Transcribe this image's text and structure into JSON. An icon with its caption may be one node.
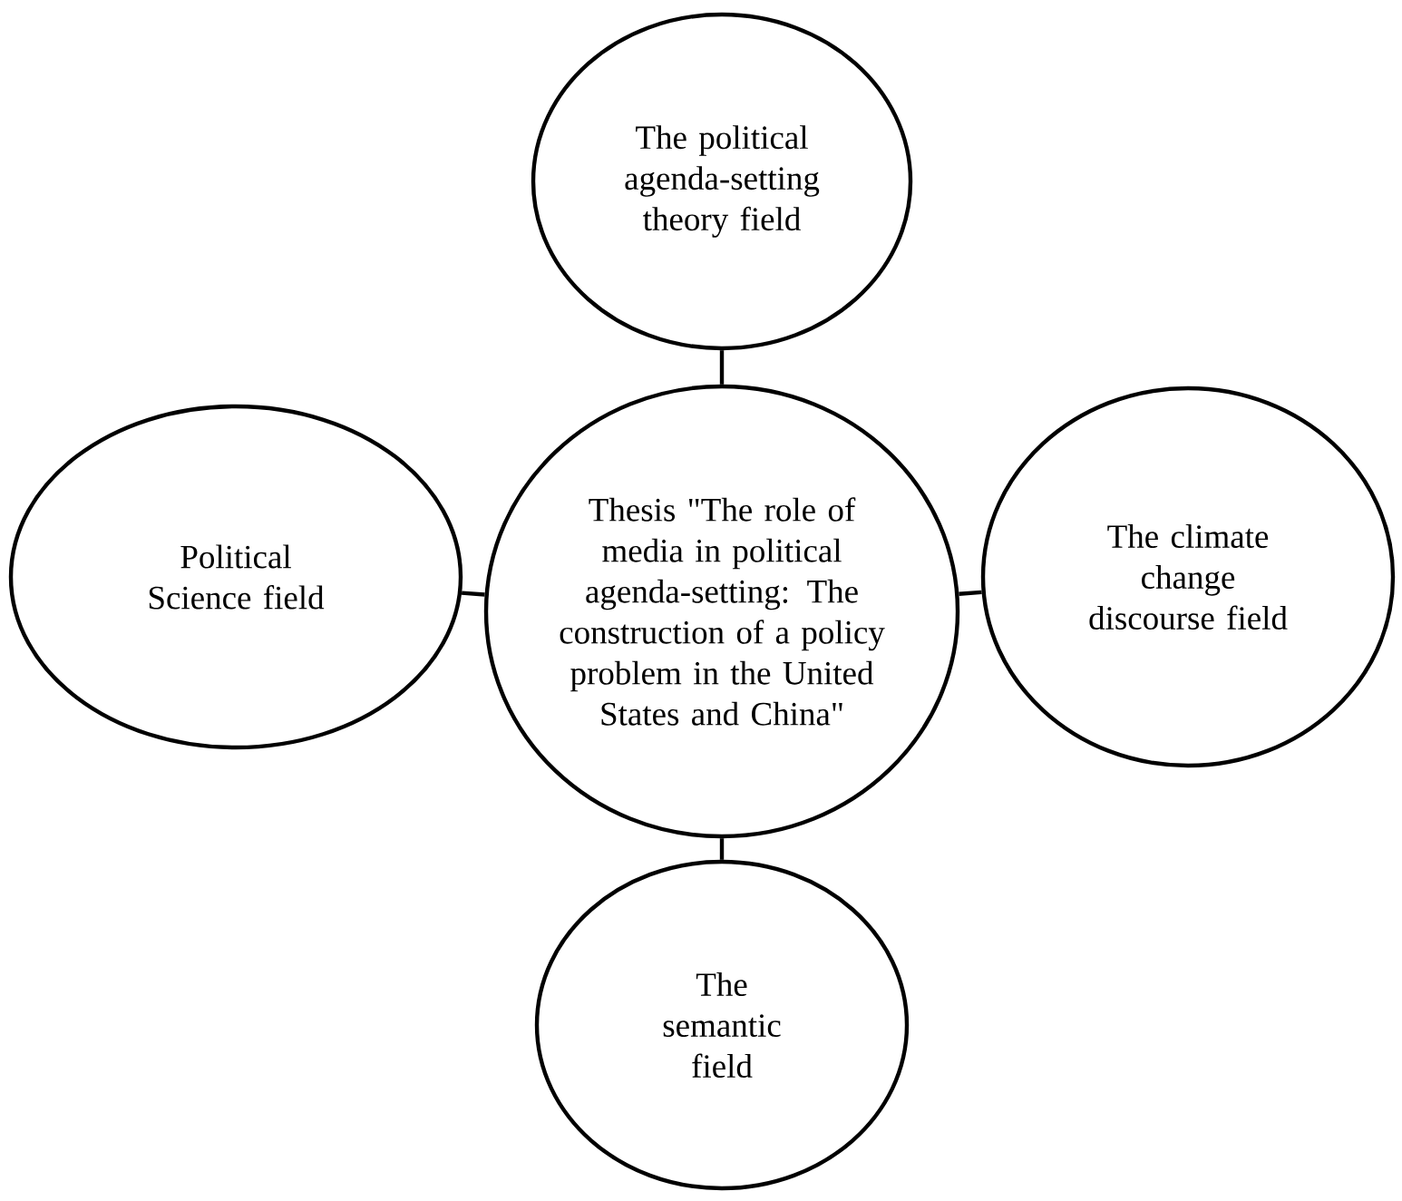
{
  "diagram": {
    "nodes": [
      {
        "text": [
          "The political agenda-setting theory field"
        ]
      },
      {
        "text": [
          "Political Science field"
        ]
      },
      {
        "text": [
          "Thesis \"The role of media in political agenda-setting: The construction of a policy problem in the United States and China\""
        ]
      },
      {
        "text": [
          "The climate change discourse field"
        ]
      },
      {
        "text": [
          "The semantic field"
        ]
      }
    ],
    "edges": [
      {
        "from": 2,
        "to": 0,
        "arrow": "none"
      },
      {
        "from": 2,
        "to": 1,
        "arrow": "none"
      },
      {
        "from": 2,
        "to": 3,
        "arrow": "none"
      },
      {
        "from": 2,
        "to": 4,
        "arrow": "none"
      }
    ]
  }
}
